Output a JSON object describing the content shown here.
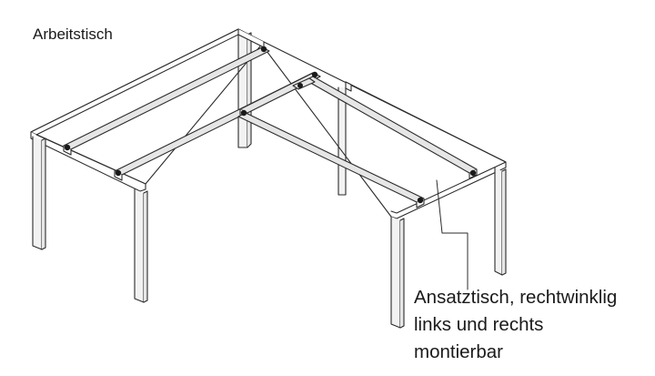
{
  "labels": {
    "main_desk": "Arbeitstisch",
    "extension_line1": "Ansatztisch, rechtwinklig",
    "extension_line2": "links und rechts",
    "extension_line3": "montierbar"
  },
  "colors": {
    "line": "#2b2b2b",
    "frame_fill": "#ffffff",
    "leg_fill": "#f2f2f2",
    "rail_fill": "#e6e6e6",
    "bolt": "#1a1a1a",
    "text": "#1a1a1a"
  }
}
